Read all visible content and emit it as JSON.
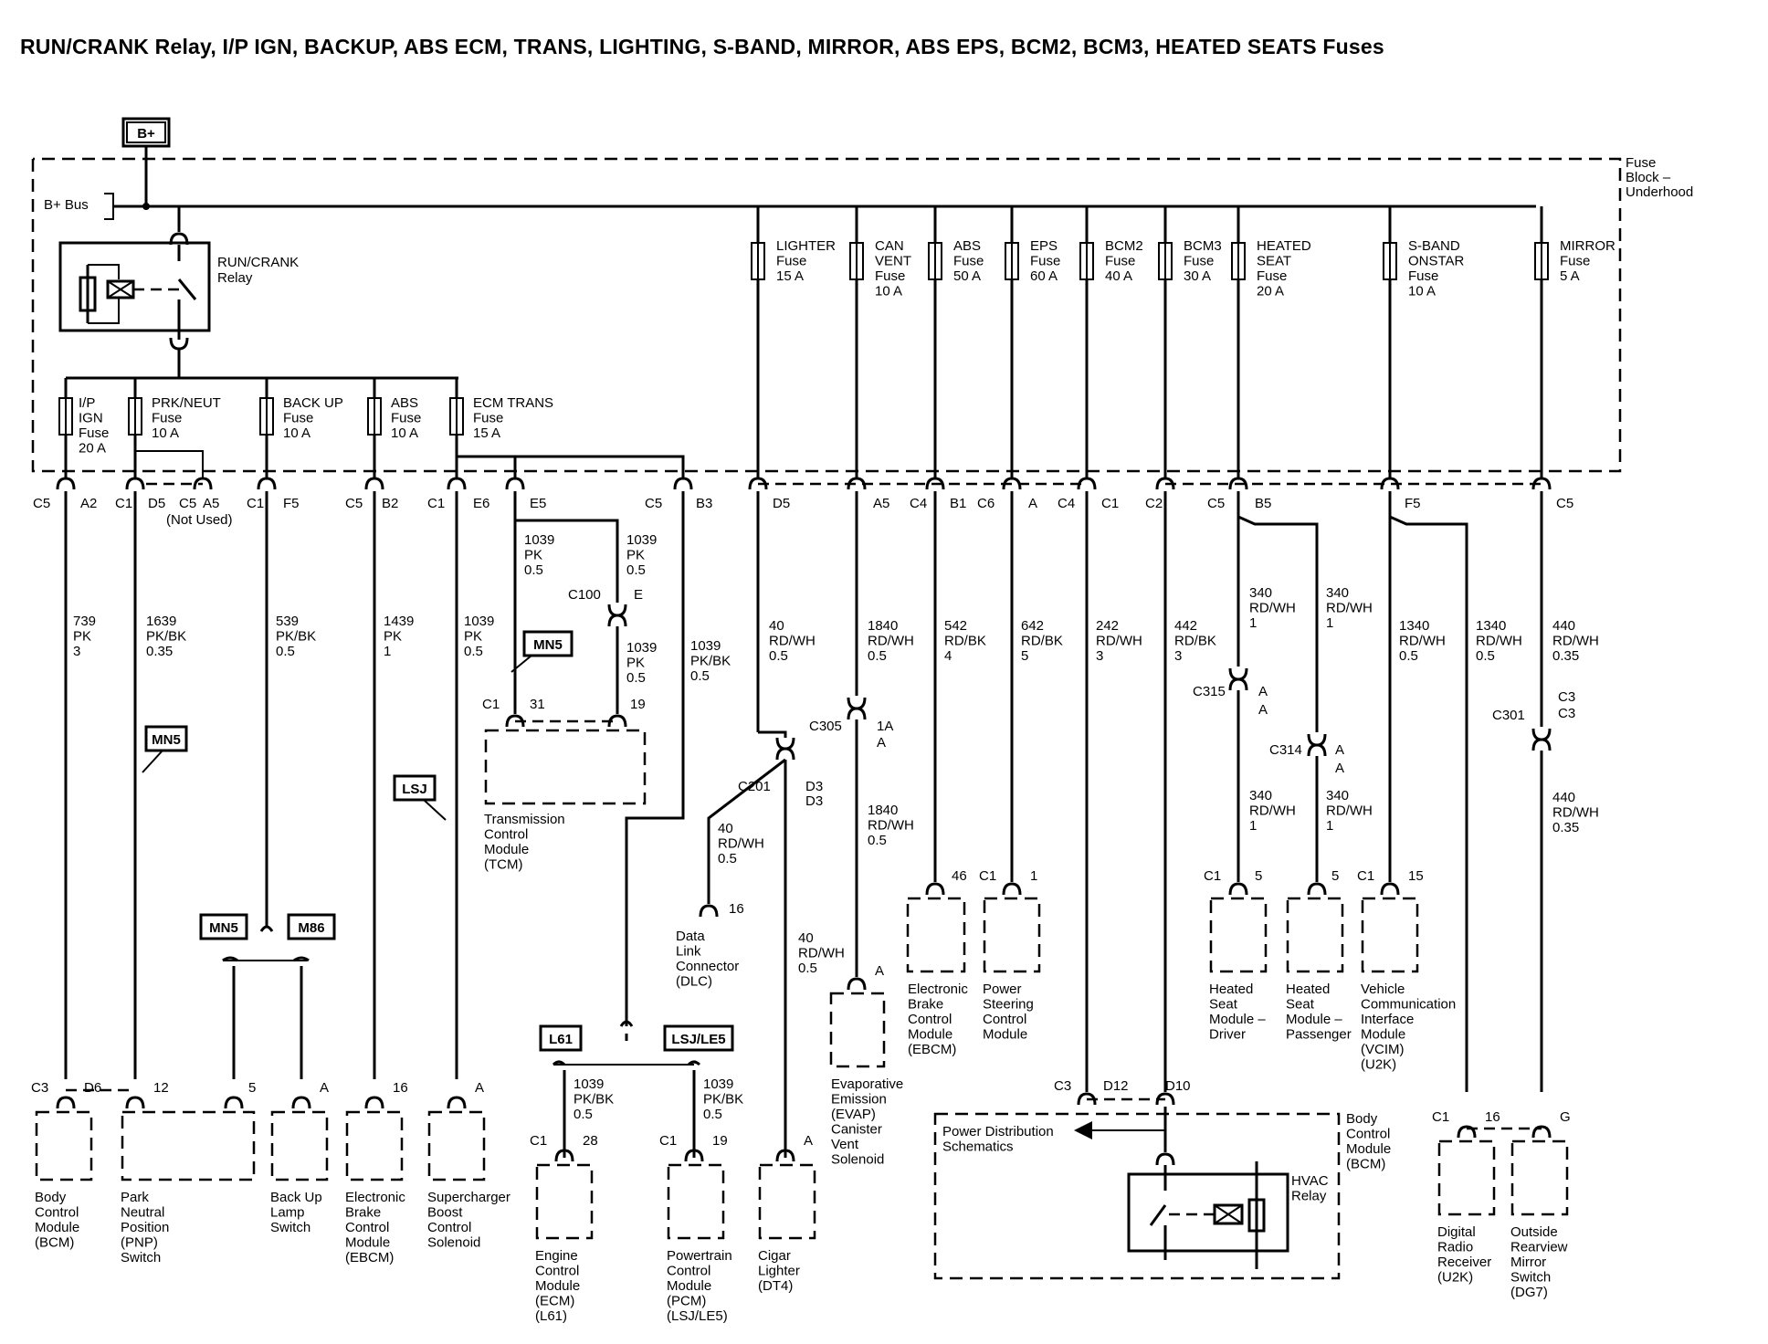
{
  "title": "RUN/CRANK Relay, I/P IGN, BACKUP, ABS ECM, TRANS, LIGHTING, S-BAND, MIRROR, ABS EPS, BCM2, BCM3, HEATED SEATS Fuses",
  "battery": "B+",
  "bus_label": "B+ Bus",
  "fuse_block": [
    "Fuse",
    "Block –",
    "Underhood"
  ],
  "relay": [
    "RUN/CRANK",
    "Relay"
  ],
  "fuses": [
    {
      "lines": [
        "I/P",
        "IGN",
        "Fuse",
        "20 A"
      ]
    },
    {
      "lines": [
        "PRK/NEUT",
        "Fuse",
        "10 A"
      ]
    },
    {
      "lines": [
        "BACK UP",
        "Fuse",
        "10 A"
      ]
    },
    {
      "lines": [
        "ABS",
        "Fuse",
        "10 A"
      ]
    },
    {
      "lines": [
        "ECM TRANS",
        "Fuse",
        "15 A"
      ]
    },
    {
      "lines": [
        "LIGHTER",
        "Fuse",
        "15 A"
      ]
    },
    {
      "lines": [
        "CAN",
        "VENT",
        "Fuse",
        "10 A"
      ]
    },
    {
      "lines": [
        "ABS",
        "Fuse",
        "50 A"
      ]
    },
    {
      "lines": [
        "EPS",
        "Fuse",
        "60 A"
      ]
    },
    {
      "lines": [
        "BCM2",
        "Fuse",
        "40 A"
      ]
    },
    {
      "lines": [
        "BCM3",
        "Fuse",
        "30 A"
      ]
    },
    {
      "lines": [
        "HEATED",
        "SEAT",
        "Fuse",
        "20 A"
      ]
    },
    {
      "lines": [
        "S-BAND",
        "ONSTAR",
        "Fuse",
        "10 A"
      ]
    },
    {
      "lines": [
        "MIRROR",
        "Fuse",
        "5 A"
      ]
    }
  ],
  "top_pins": [
    {
      "conn": "C5",
      "pin": "A2"
    },
    {
      "conn": "C1",
      "pin": "D5"
    },
    {
      "conn": "C5",
      "pin": "A5"
    },
    {
      "conn": "C1",
      "pin": "F5"
    },
    {
      "conn": "C5",
      "pin": "B2"
    },
    {
      "conn": "C1",
      "pin": "E6"
    },
    {
      "conn": "",
      "pin": "E5"
    },
    {
      "conn": "C5",
      "pin": "B3"
    },
    {
      "conn": "",
      "pin": "D5"
    },
    {
      "conn": "",
      "pin": "A5"
    },
    {
      "conn": "C4",
      "pin": "B1"
    },
    {
      "conn": "C6",
      "pin": "A"
    },
    {
      "conn": "C4",
      "pin": "C1"
    },
    {
      "conn": "C2",
      "pin": ""
    },
    {
      "conn": "C5",
      "pin": "B5"
    },
    {
      "conn": "",
      "pin": "F5"
    },
    {
      "conn": "",
      "pin": "C5"
    }
  ],
  "not_used": "(Not Used)",
  "wires": [
    {
      "lines": [
        "739",
        "PK",
        "3"
      ]
    },
    {
      "lines": [
        "1639",
        "PK/BK",
        "0.35"
      ]
    },
    {
      "lines": [
        "539",
        "PK/BK",
        "0.5"
      ]
    },
    {
      "lines": [
        "1439",
        "PK",
        "1"
      ]
    },
    {
      "lines": [
        "1039",
        "PK",
        "0.5"
      ]
    },
    {
      "lines": [
        "1039",
        "PK",
        "0.5"
      ]
    },
    {
      "lines": [
        "1039",
        "PK",
        "0.5"
      ]
    },
    {
      "lines": [
        "1039",
        "PK",
        "0.5"
      ]
    },
    {
      "lines": [
        "1039",
        "PK/BK",
        "0.5"
      ]
    },
    {
      "lines": [
        "40",
        "RD/WH",
        "0.5"
      ]
    },
    {
      "lines": [
        "1840",
        "RD/WH",
        "0.5"
      ]
    },
    {
      "lines": [
        "542",
        "RD/BK",
        "4"
      ]
    },
    {
      "lines": [
        "642",
        "RD/BK",
        "5"
      ]
    },
    {
      "lines": [
        "242",
        "RD/WH",
        "3"
      ]
    },
    {
      "lines": [
        "442",
        "RD/BK",
        "3"
      ]
    },
    {
      "lines": [
        "340",
        "RD/WH",
        "1"
      ]
    },
    {
      "lines": [
        "340",
        "RD/WH",
        "1"
      ]
    },
    {
      "lines": [
        "1340",
        "RD/WH",
        "0.5"
      ]
    },
    {
      "lines": [
        "1340",
        "RD/WH",
        "0.5"
      ]
    },
    {
      "lines": [
        "440",
        "RD/WH",
        "0.35"
      ]
    },
    {
      "lines": [
        "40",
        "RD/WH",
        "0.5"
      ]
    },
    {
      "lines": [
        "40",
        "RD/WH",
        "0.5"
      ]
    },
    {
      "lines": [
        "1840",
        "RD/WH",
        "0.5"
      ]
    },
    {
      "lines": [
        "340",
        "RD/WH",
        "1"
      ]
    },
    {
      "lines": [
        "340",
        "RD/WH",
        "1"
      ]
    },
    {
      "lines": [
        "440",
        "RD/WH",
        "0.35"
      ]
    },
    {
      "lines": [
        "1039",
        "PK/BK",
        "0.5"
      ]
    },
    {
      "lines": [
        "1039",
        "PK/BK",
        "0.5"
      ]
    }
  ],
  "inline": {
    "c100": "C100",
    "c100_pin": "E",
    "c305": "C305",
    "c305_pins": [
      "1A",
      "A"
    ],
    "c201": "C201",
    "c201_pins": [
      "D3",
      "D3"
    ],
    "c315": "C315",
    "c315_pins": [
      "A",
      "A"
    ],
    "c314": "C314",
    "c314_pins": [
      "A",
      "A"
    ],
    "c301": "C301",
    "c301_pins": [
      "C3",
      "C3"
    ]
  },
  "option_tags": [
    "MN5",
    "MN5",
    "LSJ",
    "MN5",
    "M86",
    "L61",
    "LSJ/LE5"
  ],
  "tcm": {
    "conn": "C1",
    "pins": [
      "31",
      "19"
    ],
    "lines": [
      "Transmission",
      "Control",
      "Module",
      "(TCM)"
    ]
  },
  "dlc": {
    "pin": "16",
    "lines": [
      "Data",
      "Link",
      "Connector",
      "(DLC)"
    ]
  },
  "evap": {
    "pin": "A",
    "lines": [
      "Evaporative",
      "Emission",
      "(EVAP)",
      "Canister",
      "Vent",
      "Solenoid"
    ]
  },
  "ebcm_top": {
    "pin": "46",
    "lines": [
      "Electronic",
      "Brake",
      "Control",
      "Module",
      "(EBCM)"
    ]
  },
  "psteer": {
    "conn": "C1",
    "pin": "1",
    "lines": [
      "Power",
      "Steering",
      "Control",
      "Module"
    ]
  },
  "hs_driver": {
    "conn": "C1",
    "pin": "5",
    "lines": [
      "Heated",
      "Seat",
      "Module –",
      "Driver"
    ]
  },
  "hs_pass": {
    "pin": "5",
    "lines": [
      "Heated",
      "Seat",
      "Module –",
      "Passenger"
    ]
  },
  "vcim": {
    "conn": "C1",
    "pin": "15",
    "lines": [
      "Vehicle",
      "Communication",
      "Interface",
      "Module",
      "(VCIM)",
      "(U2K)"
    ]
  },
  "bottom": [
    {
      "conn": "C3",
      "pin": "D6",
      "lines": [
        "Body",
        "Control",
        "Module",
        "(BCM)"
      ]
    },
    {
      "conn": "",
      "pin": "12",
      "pin2": "5",
      "lines": [
        "Park",
        "Neutral",
        "Position",
        "(PNP)",
        "Switch"
      ]
    },
    {
      "conn": "",
      "pin": "A",
      "lines": [
        "Back Up",
        "Lamp",
        "Switch"
      ]
    },
    {
      "conn": "",
      "pin": "16",
      "lines": [
        "Electronic",
        "Brake",
        "Control",
        "Module",
        "(EBCM)"
      ]
    },
    {
      "conn": "",
      "pin": "A",
      "lines": [
        "Supercharger",
        "Boost",
        "Control",
        "Solenoid"
      ]
    },
    {
      "conn": "C1",
      "pin": "28",
      "lines": [
        "Engine",
        "Control",
        "Module",
        "(ECM)",
        "(L61)"
      ]
    },
    {
      "conn": "C1",
      "pin": "19",
      "lines": [
        "Powertrain",
        "Control",
        "Module",
        "(PCM)",
        "(LSJ/LE5)"
      ]
    },
    {
      "conn": "",
      "pin": "A",
      "lines": [
        "Cigar",
        "Lighter",
        "(DT4)"
      ]
    },
    {
      "conn": "C1",
      "pin": "16",
      "lines": [
        "Digital",
        "Radio",
        "Receiver",
        "(U2K)"
      ]
    },
    {
      "conn": "",
      "pin": "G",
      "lines": [
        "Outside",
        "Rearview",
        "Mirror",
        "Switch",
        "(DG7)"
      ]
    }
  ],
  "bcm_box": {
    "conn": "C3",
    "pins": [
      "D12",
      "D10"
    ],
    "lines": [
      "Body",
      "Control",
      "Module",
      "(BCM)"
    ],
    "pd": [
      "Power Distribution",
      "Schematics"
    ],
    "hvac": [
      "HVAC",
      "Relay"
    ]
  }
}
